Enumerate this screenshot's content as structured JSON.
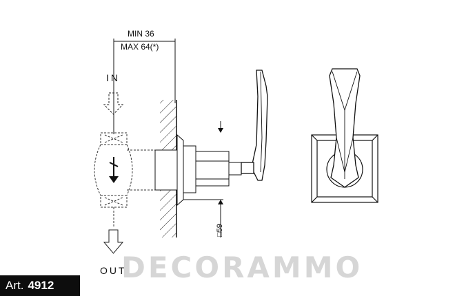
{
  "labels": {
    "in": "IN",
    "out": "OUT",
    "min": "MIN  36",
    "max": "MAX  64(*)",
    "dim59": "□59"
  },
  "badge": {
    "prefix": "Art.",
    "number": "4912"
  },
  "watermark": "DECORAMMO"
}
